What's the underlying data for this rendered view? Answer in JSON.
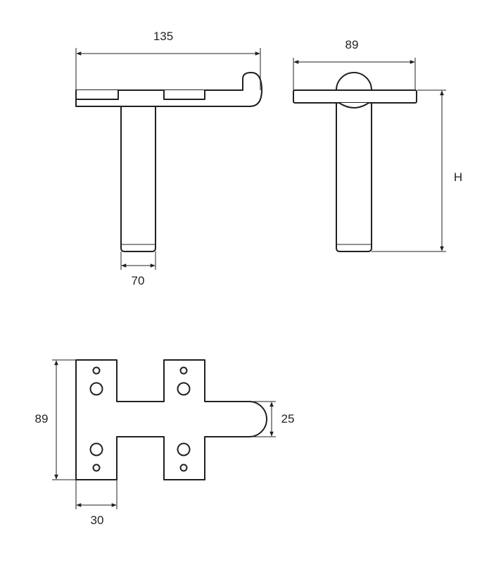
{
  "dimensions": {
    "front_width": "135",
    "side_width": "89",
    "height": "H",
    "leg_width": "70",
    "plate_height": "89",
    "tab_height": "25",
    "flange_width": "30"
  },
  "colors": {
    "line": "#231f20",
    "background": "#ffffff"
  }
}
